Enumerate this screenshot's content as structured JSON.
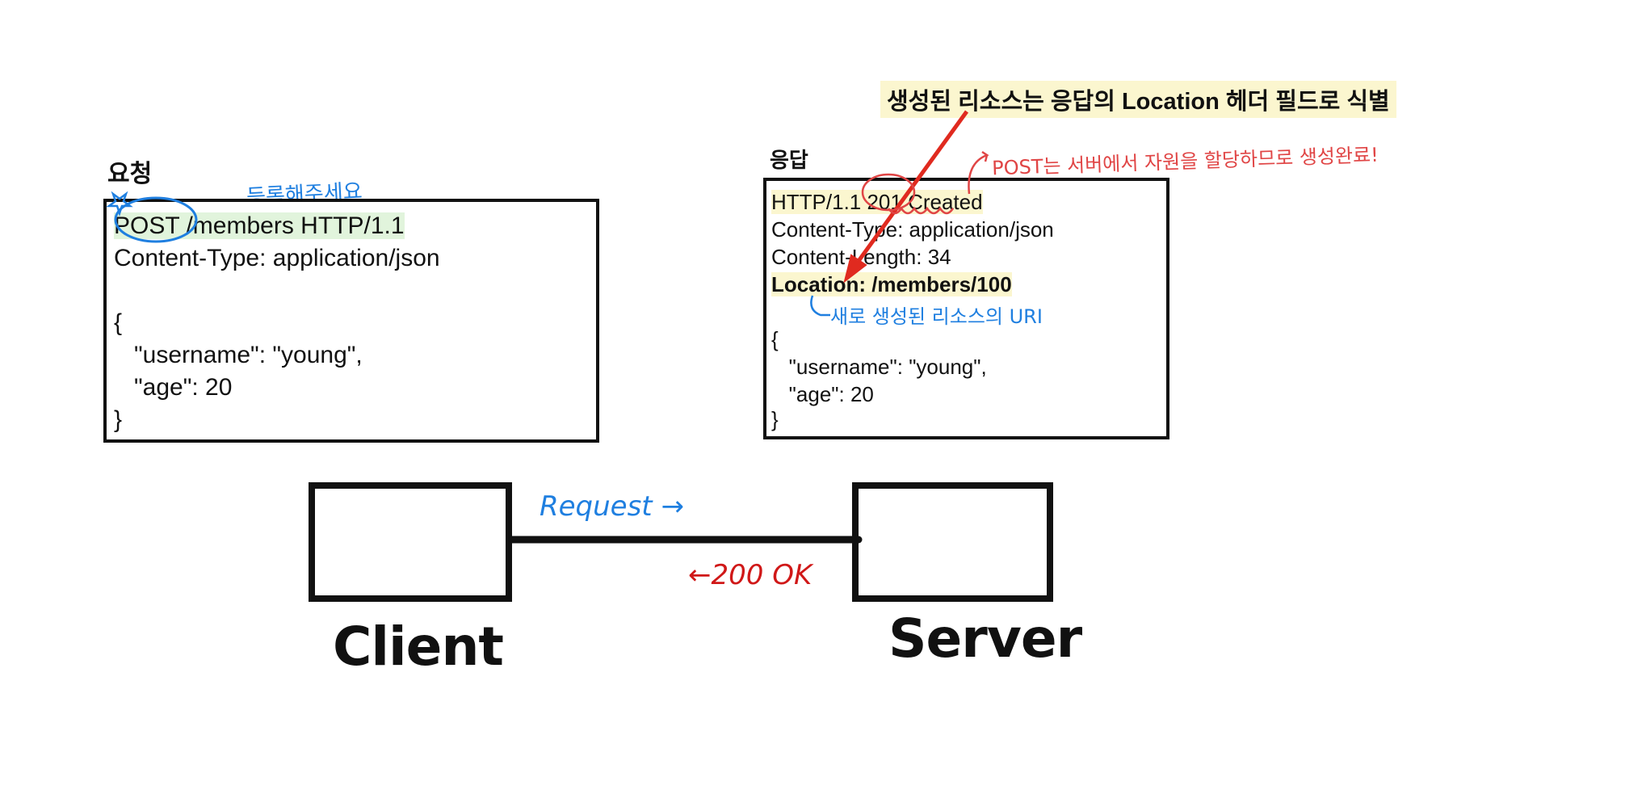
{
  "callout": {
    "text": "생성된 리소스는 응답의 Location 헤더 필드로 식별"
  },
  "request": {
    "title": "요청",
    "annotation": "등록해주세요",
    "method": "POST",
    "line1_rest": " /members HTTP/1.1",
    "line2": "Content-Type: application/json",
    "body": [
      "{",
      "   \"username\": \"young\",",
      "   \"age\": 20",
      "}"
    ]
  },
  "response": {
    "title": "응답",
    "status_line": "HTTP/1.1 201 Created",
    "content_type": "Content-Type: application/json",
    "content_length": "Content-Length: 34",
    "location": "Location: /members/100",
    "location_annotation": "새로 생성된 리소스의 URI",
    "body": [
      "{",
      "   \"username\": \"young\",",
      "   \"age\": 20",
      "}"
    ],
    "status_annotation": "POST는 서버에서 자원을 할당하므로 생성완료!"
  },
  "diagram": {
    "client_label": "Client",
    "server_label": "Server",
    "request_label": "Request →",
    "response_label": "←200 OK"
  },
  "colors": {
    "annotation_blue": "#1f7fe0",
    "annotation_red": "#e04545",
    "arrow_red": "#e02a1f",
    "highlight_yellow": "#fbf6cf"
  }
}
